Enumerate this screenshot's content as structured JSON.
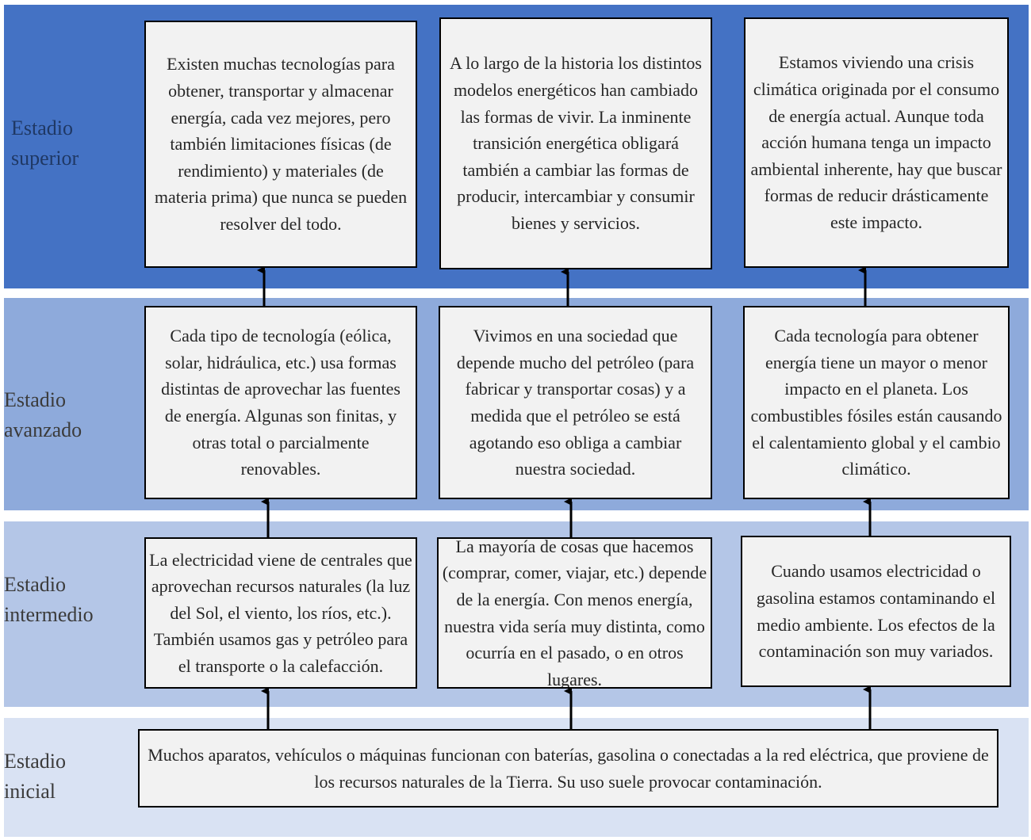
{
  "stages": {
    "superior": "Estadio superior",
    "avanzado": "Estadio avanzado",
    "intermedio": "Estadio intermedio",
    "inicial": "Estadio inicial"
  },
  "boxes": {
    "superior": [
      "Existen muchas tecnologías para obtener, transportar y almacenar energía, cada vez mejores, pero también limitaciones físicas (de rendimiento) y materiales (de materia prima) que nunca se pueden resolver del todo.",
      "A lo largo de la historia los distintos modelos energéticos han cambiado las formas de vivir. La inminente transición energética obligará también a cambiar las formas de producir, intercambiar y consumir bienes y servicios.",
      "Estamos viviendo una crisis climática originada por el consumo de energía actual. Aunque toda acción humana tenga un impacto ambiental inherente, hay que buscar formas de reducir drásticamente este impacto."
    ],
    "avanzado": [
      "Cada tipo de tecnología (eólica, solar, hidráulica, etc.) usa formas distintas de aprovechar las fuentes de energía. Algunas son finitas, y otras total o parcialmente renovables.",
      "Vivimos en una sociedad que depende mucho del petróleo (para fabricar y transportar cosas) y a medida que el petróleo se está agotando eso obliga a cambiar nuestra sociedad.",
      "Cada tecnología para obtener energía tiene un mayor o menor impacto en el planeta. Los combustibles fósiles están causando el calentamiento global y el cambio climático."
    ],
    "intermedio": [
      "La electricidad viene de centrales que aprovechan recursos naturales (la luz del Sol, el viento, los ríos, etc.). También usamos gas y petróleo para el transporte o la calefacción.",
      "La mayoría de cosas que hacemos (comprar, comer, viajar, etc.) depende de la energía. Con menos energía, nuestra vida sería muy distinta, como ocurría en el pasado, o en otros lugares.",
      "Cuando usamos electricidad o gasolina estamos contaminando el medio ambiente. Los efectos de la contaminación son muy variados."
    ],
    "inicial": "Muchos aparatos, vehículos o máquinas funcionan con baterías, gasolina o conectadas a la red eléctrica, que proviene de los recursos naturales de la Tierra. Su uso suele provocar contaminación."
  },
  "colors": {
    "superior_band": "#4472c4",
    "avanzado_band": "#8eaadb",
    "intermedio_band": "#b4c6e7",
    "inicial_band": "#d9e2f3",
    "box_fill": "#f2f2f2",
    "box_border": "#000000"
  }
}
